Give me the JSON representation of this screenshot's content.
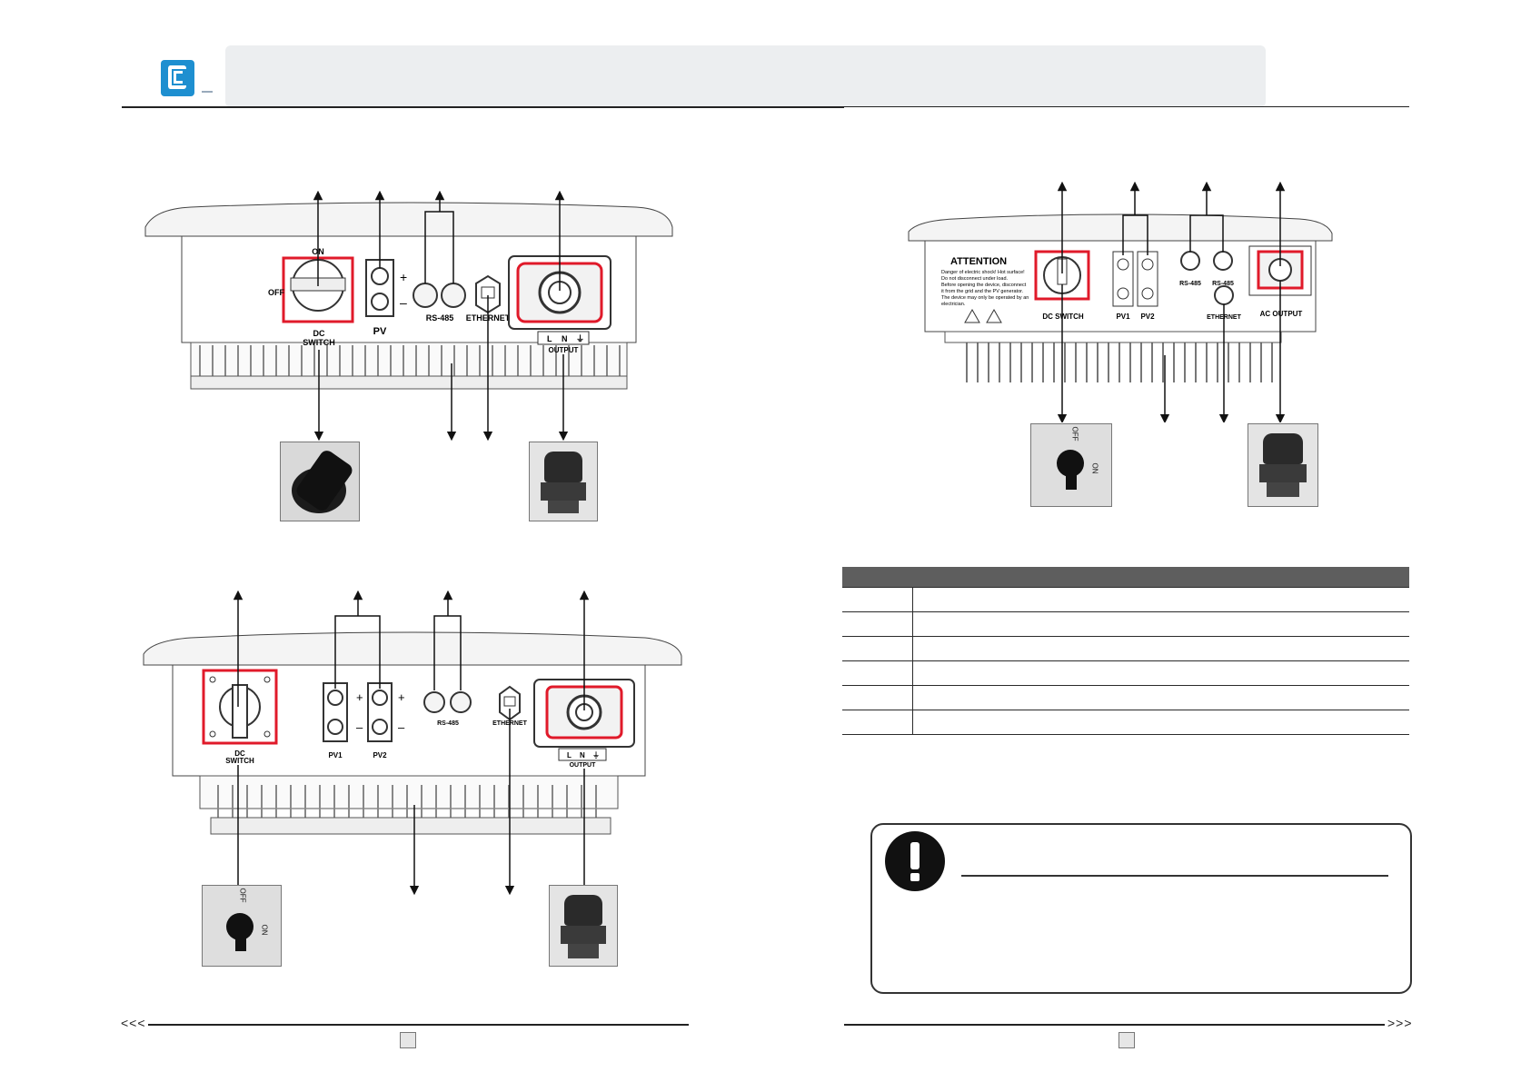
{
  "header": {
    "logo": "company-logo"
  },
  "diagram1": {
    "on": "ON",
    "off": "OFF",
    "dc_switch": [
      "DC",
      "SWITCH"
    ],
    "pv": "PV",
    "plus": "+",
    "minus": "–",
    "rs485": "RS-485",
    "ethernet": "ETHERNET",
    "terminals": [
      "L",
      "N",
      "⏚"
    ],
    "output": "OUTPUT"
  },
  "diagram2": {
    "attention": "ATTENTION",
    "attention_lines": [
      "Danger of electric shock! Hot surface!",
      "Do not disconnect under load.",
      "Before opening the device, disconnect",
      "it from the grid and the PV generator.",
      "The device may only be operated by an",
      "electrician."
    ],
    "dc_switch": "DC   SWITCH",
    "pv1": "PV1",
    "pv2": "PV2",
    "rs485a": "RS-485",
    "rs485b": "RS-485",
    "ethernet": "ETHERNET",
    "ac_output": "AC   OUTPUT",
    "switch_off": "OFF",
    "switch_on": "ON"
  },
  "diagram3": {
    "dc_switch": [
      "DC",
      "SWITCH"
    ],
    "pv1": "PV1",
    "pv2": "PV2",
    "rs485": "RS-485",
    "ethernet": "ETHERNET",
    "terminals": [
      "L",
      "N",
      "⏚"
    ],
    "output": "OUTPUT",
    "plus": "+",
    "minus": "–",
    "switch_off": "OFF",
    "switch_on": "ON"
  },
  "table": {
    "rows": 6
  },
  "footer": {
    "left_nav": "<<<",
    "right_nav": ">>>"
  }
}
